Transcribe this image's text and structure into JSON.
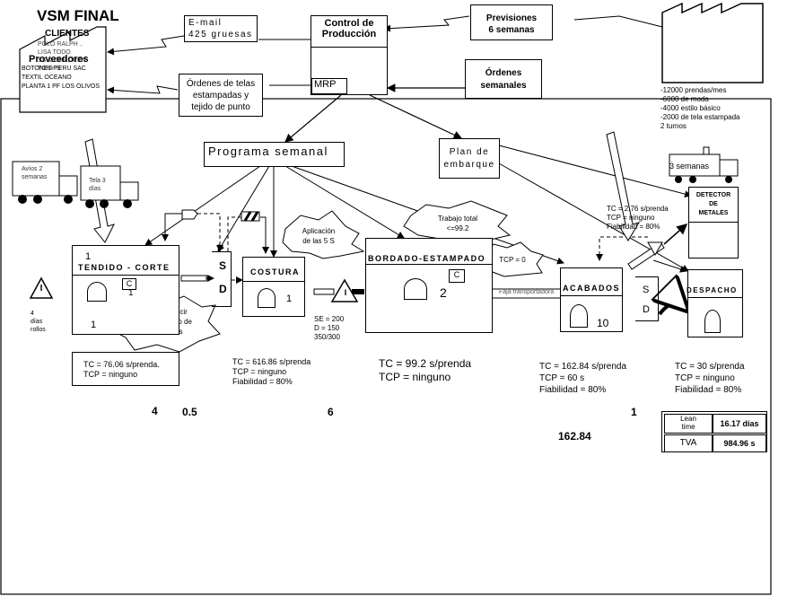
{
  "title": "VSM FINAL",
  "clientes": {
    "label": "CLIENTES",
    "list": "POLO RALPH ..\nLISA TODO\nSS & CHILDREN\nTONY'S"
  },
  "proveedores": {
    "label": "Proveedores",
    "list": "BOTONES PERU SAC\nTEXTIL OCEANO\nPLANTA 1 PF LOS OLIVOS"
  },
  "email_box": {
    "line1": "E-mail",
    "line2": "425 gruesas"
  },
  "control": {
    "title": "Control de Producción",
    "mrp": "MRP"
  },
  "previsiones": {
    "label": "Previsiones\n6 semanas"
  },
  "ordenes_semanales": {
    "label": "Órdenes\nsemanales"
  },
  "ordenes_telas": {
    "label": "Órdenes de telas\nestampadas y\ntejido de punto"
  },
  "factory_stats": "-12000 prendas/mes\n-6000 de moda\n-4000 estilo básico\n-2000 de tela estampada\n2 turnos",
  "programa_semanal": "Programa semanal",
  "plan_embarque": "Plan de\nembarque",
  "avios": "Avíos 2\nsemanas",
  "tela": "Tela 3\ndías",
  "tres_semanas": "3 semanas",
  "inventory_left": {
    "symbol": "I",
    "note": "4\ndías\nrollos"
  },
  "inventory_mid": {
    "symbol": "I",
    "note": "SE = 200\nD = 150\n350/300"
  },
  "kaizen": {
    "reducir": "Reducir\ntamaño de\nlotes",
    "aplicacion": "Aplicación\nde las 5 S",
    "trabajo": "Trabajo total\n<=99.2",
    "tcp": "TCP = 0"
  },
  "faja": "Faja transportadora",
  "processes": {
    "tendido": {
      "name": "TENDIDO - CORTE",
      "num_top": "1",
      "num_c1": "1",
      "num_bottom": "1",
      "c": "C",
      "metrics": "TC = 76.06 s/prenda.\nTCP = ninguno"
    },
    "costura": {
      "name": "COSTURA",
      "num": "1",
      "metrics": "TC = 616.86 s/prenda\nTCP = ninguno\nFiabilidad = 80%"
    },
    "bordado": {
      "name": "BORDADO-ESTAMPADO",
      "num": "2",
      "c": "C",
      "metrics": "TC = 99.2 s/prenda\nTCP = ninguno"
    },
    "acabados": {
      "name": "ACABADOS",
      "num": "10",
      "metrics": "TC = 162.84 s/prenda\nTCP = 60 s\nFiabilidad = 80%"
    },
    "detector": {
      "name": "DETECTOR\nDE\nMETALES",
      "metrics": "TC = 2.76 s/prenda\nTCP = ninguno\nFiabilidad = 80%"
    },
    "despacho": {
      "name": "DESPACHO",
      "metrics": "TC = 30 s/prenda\nTCP = ninguno\nFiabilidad = 80%"
    }
  },
  "supermarket": {
    "s": "S",
    "d": "D"
  },
  "timeline": {
    "days": [
      "4",
      "0.5",
      "6",
      "1"
    ],
    "value_162": "162.84",
    "lean_label": "Lean\ntime",
    "lean_value": "16.17 días",
    "tva_label": "TVA",
    "tva_value": "984.96 s"
  }
}
